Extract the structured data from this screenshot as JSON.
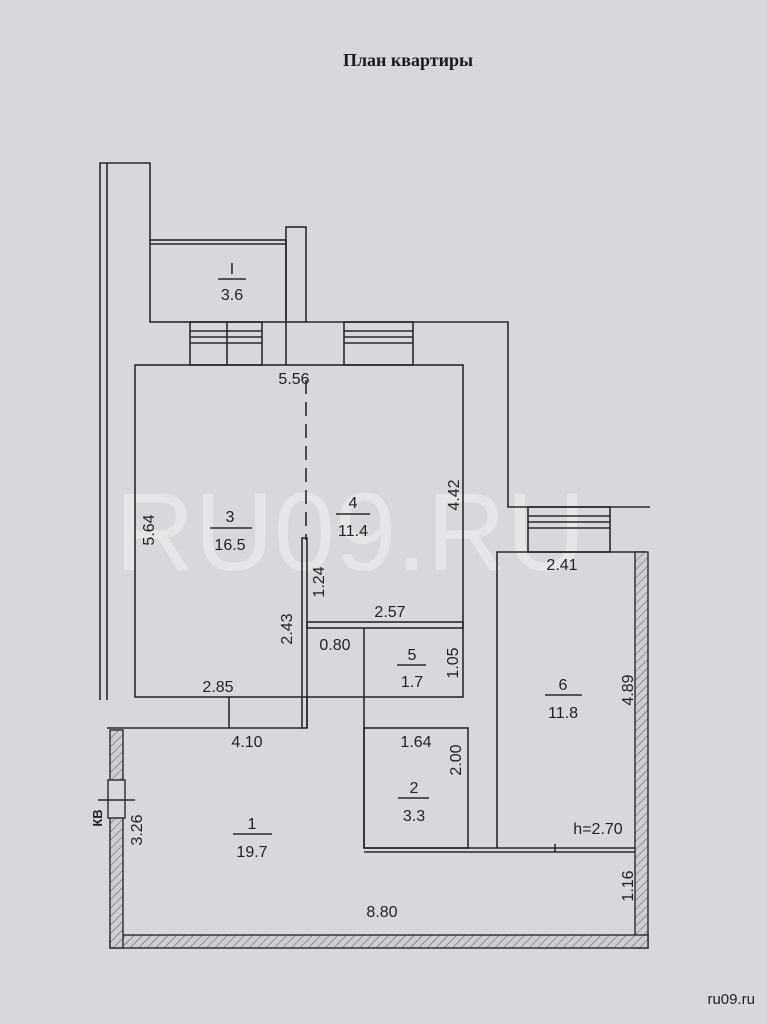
{
  "title": "План квартиры",
  "watermark": "RU09.RU",
  "footer": "ru09.ru",
  "rooms": [
    {
      "number": "I",
      "area": "3.6"
    },
    {
      "number": "3",
      "area": "16.5"
    },
    {
      "number": "4",
      "area": "11.4"
    },
    {
      "number": "5",
      "area": "1.7"
    },
    {
      "number": "6",
      "area": "11.8"
    },
    {
      "number": "2",
      "area": "3.3"
    },
    {
      "number": "1",
      "area": "19.7"
    }
  ],
  "dimensions": {
    "d556": "5.56",
    "d564": "5.64",
    "d442": "4.42",
    "d241": "2.41",
    "d124": "1.24",
    "d257": "2.57",
    "d243": "2.43",
    "d080": "0.80",
    "d105": "1.05",
    "d285": "2.85",
    "d489": "4.89",
    "d410": "4.10",
    "d164": "1.64",
    "d200": "2.00",
    "d326": "3.26",
    "d116": "1.16",
    "d880": "8.80",
    "height": "h=2.70"
  },
  "label_kv": "КВ"
}
